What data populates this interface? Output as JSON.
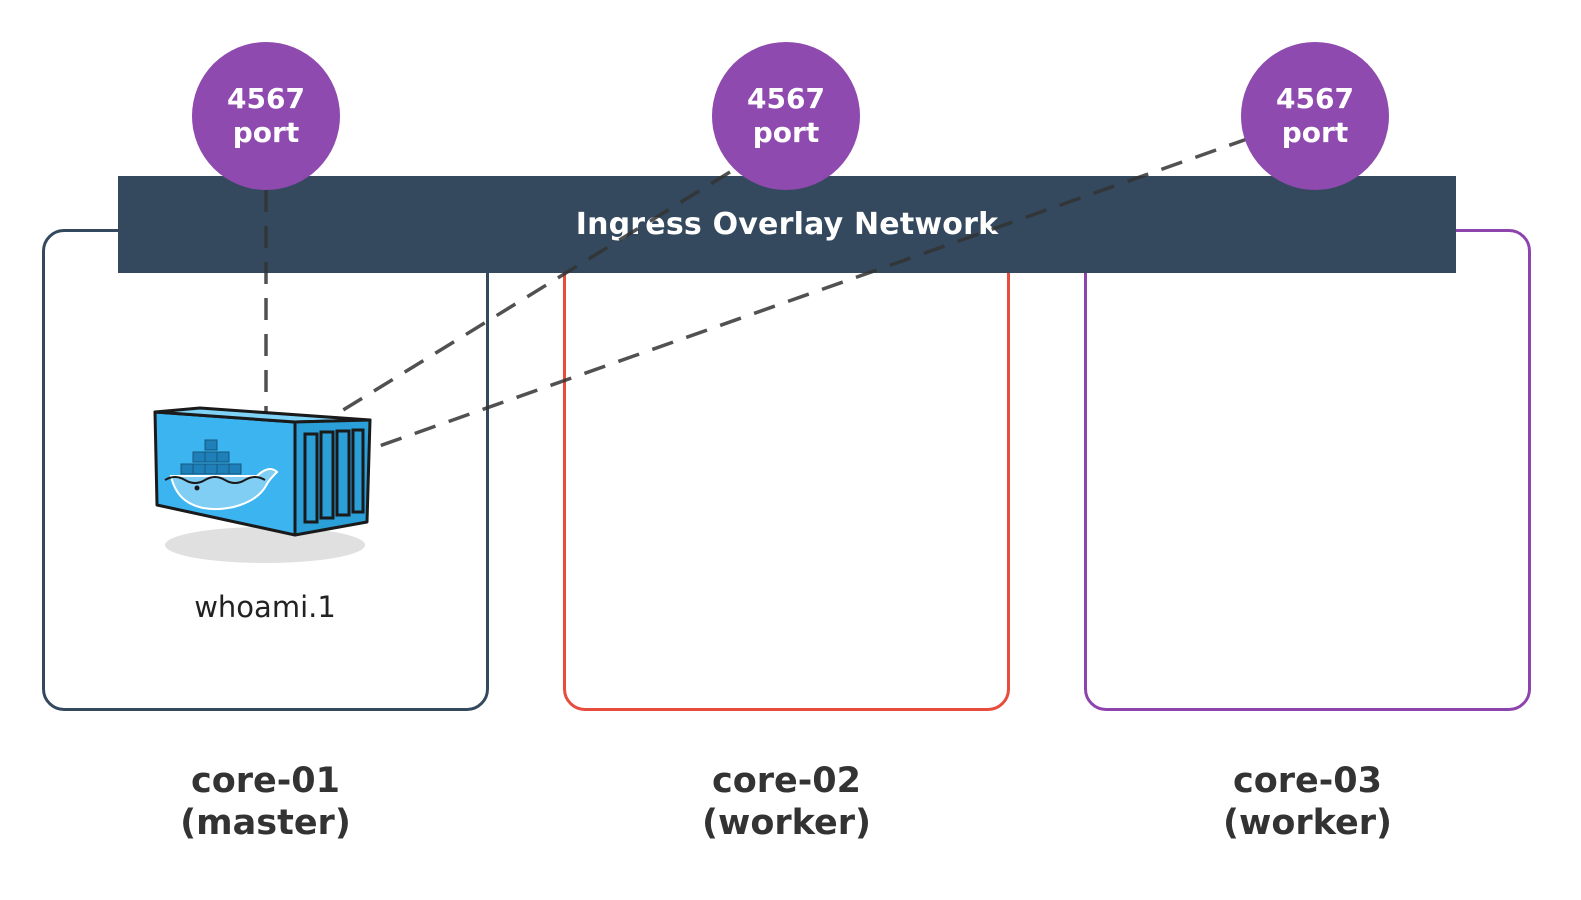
{
  "network": {
    "label": "Ingress Overlay Network"
  },
  "ports": [
    {
      "number": "4567",
      "text": "port"
    },
    {
      "number": "4567",
      "text": "port"
    },
    {
      "number": "4567",
      "text": "port"
    }
  ],
  "nodes": [
    {
      "name": "core-01",
      "role": "(master)",
      "color": "#34495e"
    },
    {
      "name": "core-02",
      "role": "(worker)",
      "color": "#e74c3c"
    },
    {
      "name": "core-03",
      "role": "(worker)",
      "color": "#8e44ad"
    }
  ],
  "container": {
    "name": "whoami.1",
    "icon": "docker-container-icon"
  },
  "colors": {
    "port": "#8e4aae",
    "overlay": "#34495e",
    "dash": "#333333",
    "container_blue": "#3cb4ef"
  }
}
